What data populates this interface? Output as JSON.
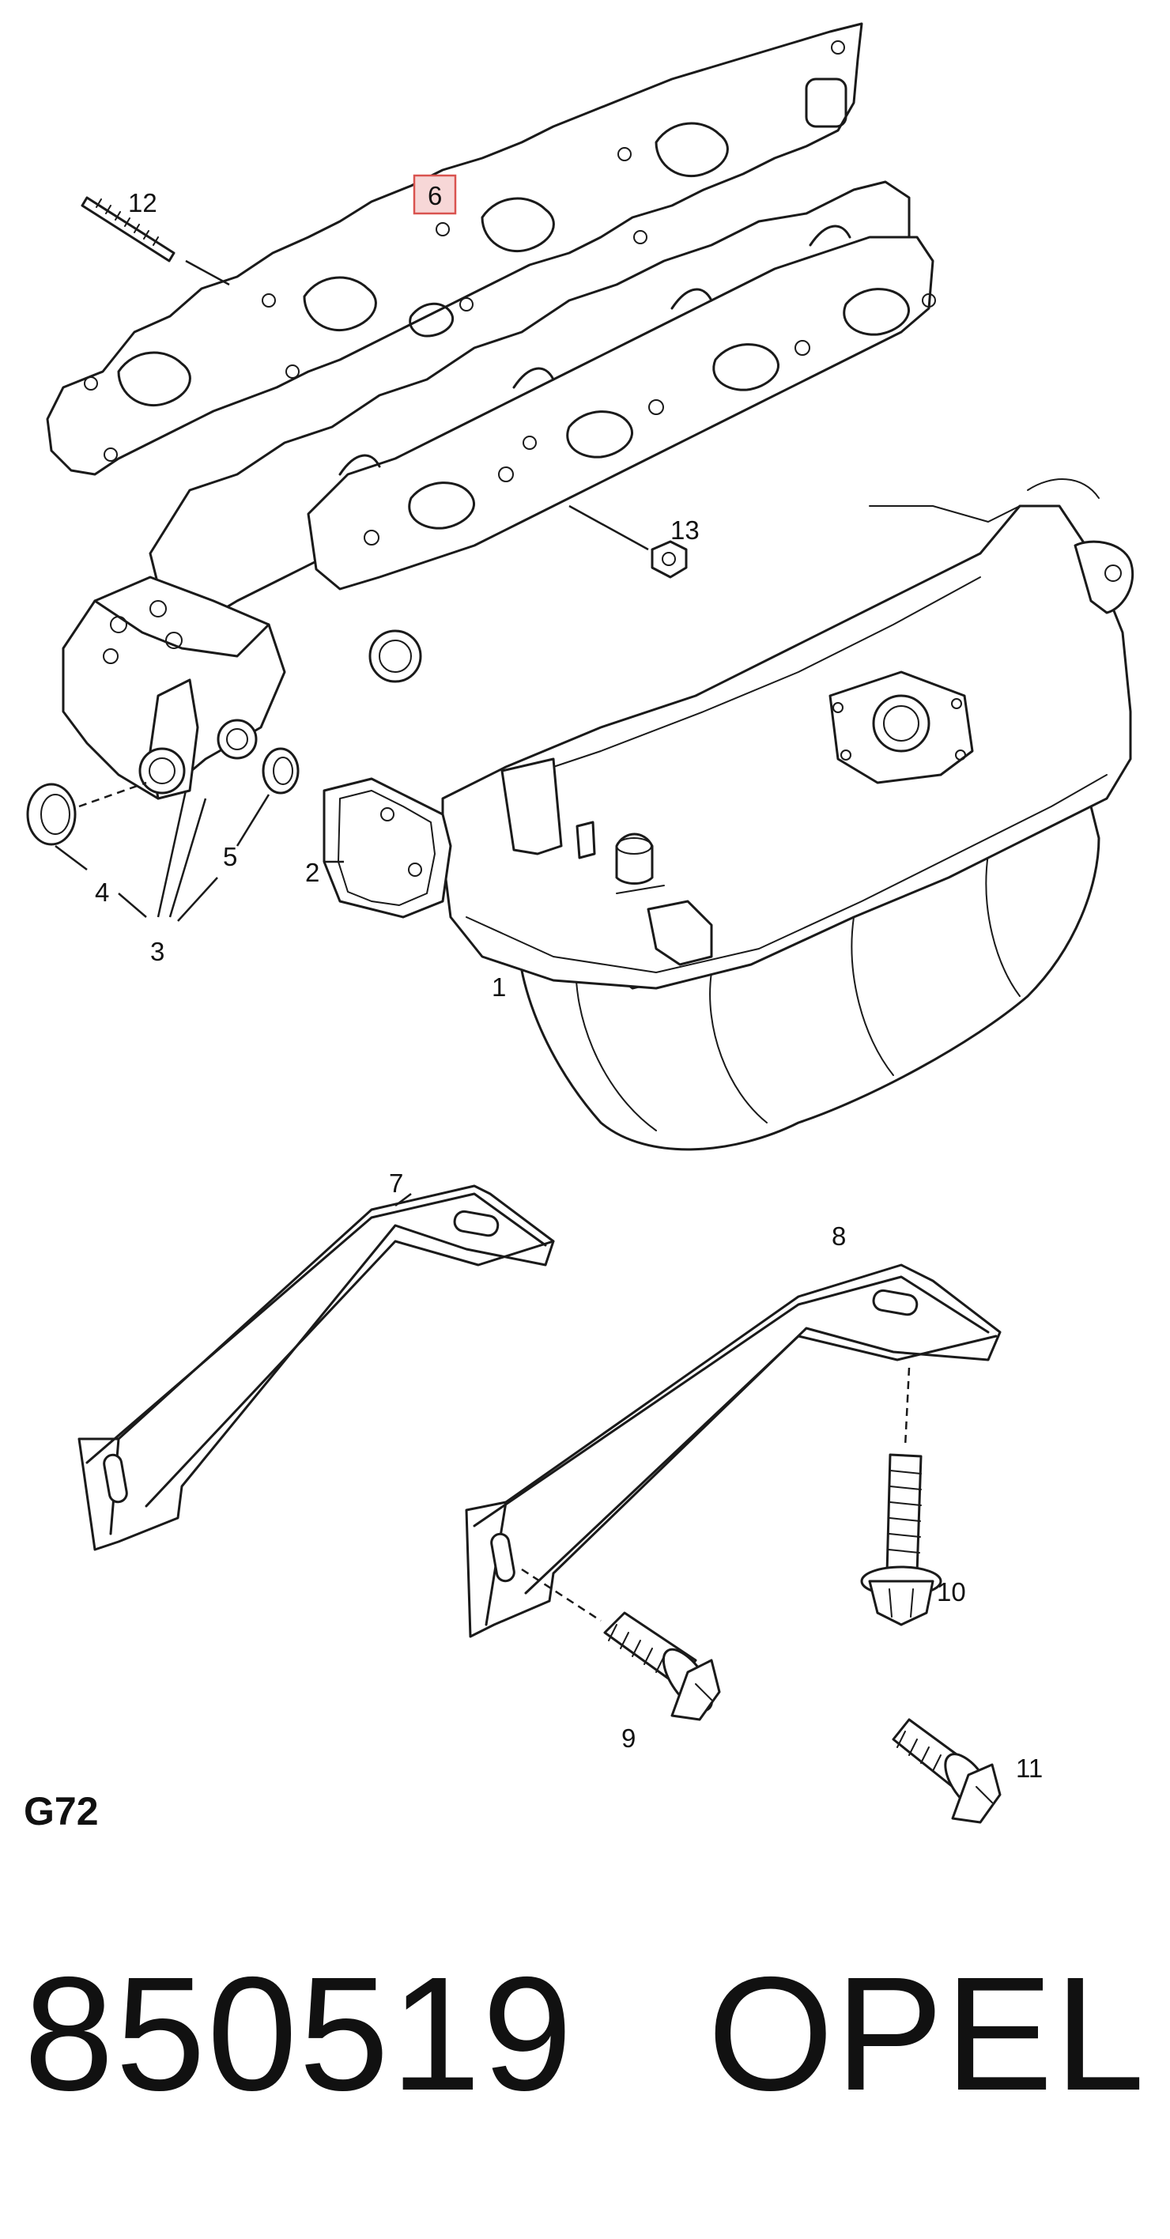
{
  "callouts": {
    "c1": "1",
    "c2": "2",
    "c3": "3",
    "c4": "4",
    "c5": "5",
    "c6": "6",
    "c7": "7",
    "c8": "8",
    "c9": "9",
    "c10": "10",
    "c11": "11",
    "c12": "12",
    "c13": "13"
  },
  "highlighted_callout": "6",
  "page_code": "G72",
  "footer": {
    "part_number": "850519",
    "brand": "OPEL"
  }
}
